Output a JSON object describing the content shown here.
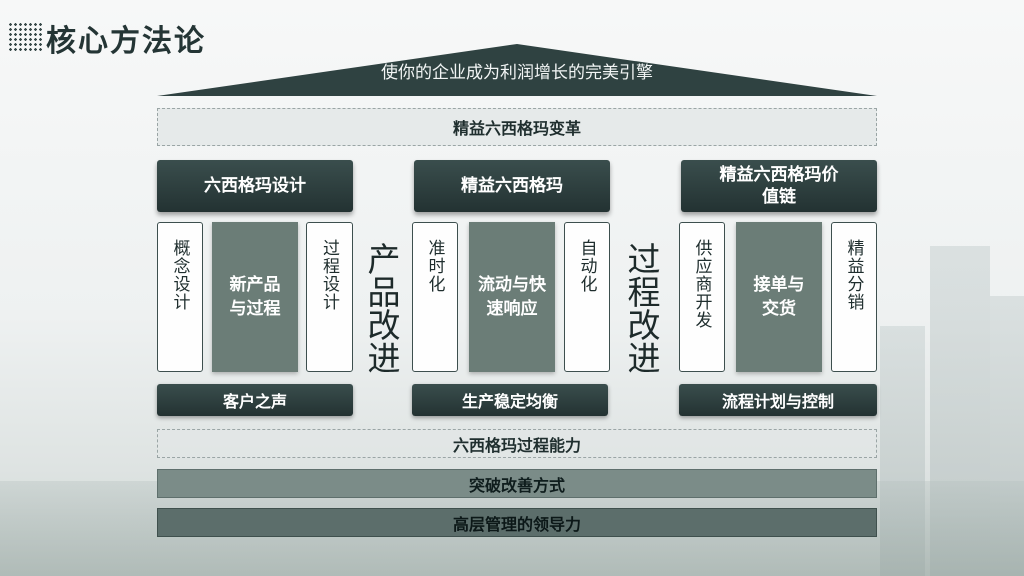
{
  "page_title": "核心方法论",
  "roof_text": "使你的企业成为利润增长的完美引擎",
  "top_bar": "精益六西格玛变革",
  "columns": [
    {
      "head": "六西格玛设计",
      "left": "概念设计",
      "center": "新产品与过程",
      "right": "过程设计",
      "foot": "客户之声"
    },
    {
      "head": "精益六西格玛",
      "left": "准时化",
      "center": "流动与快速响应",
      "right": "自动化",
      "foot": "生产稳定均衡"
    },
    {
      "head": "精益六西格玛价值链",
      "left": "供应商开发",
      "center": "接单与交货",
      "right": "精益分销",
      "foot": "流程计划与控制"
    }
  ],
  "big_labels": [
    "产品改进",
    "过程改进"
  ],
  "bottom_bars": [
    "六西格玛过程能力",
    "突破改善方式",
    "高层管理的领导力"
  ],
  "colors": {
    "dark": "#233232",
    "center": "#6b7d77",
    "roof": "#2f4241"
  }
}
